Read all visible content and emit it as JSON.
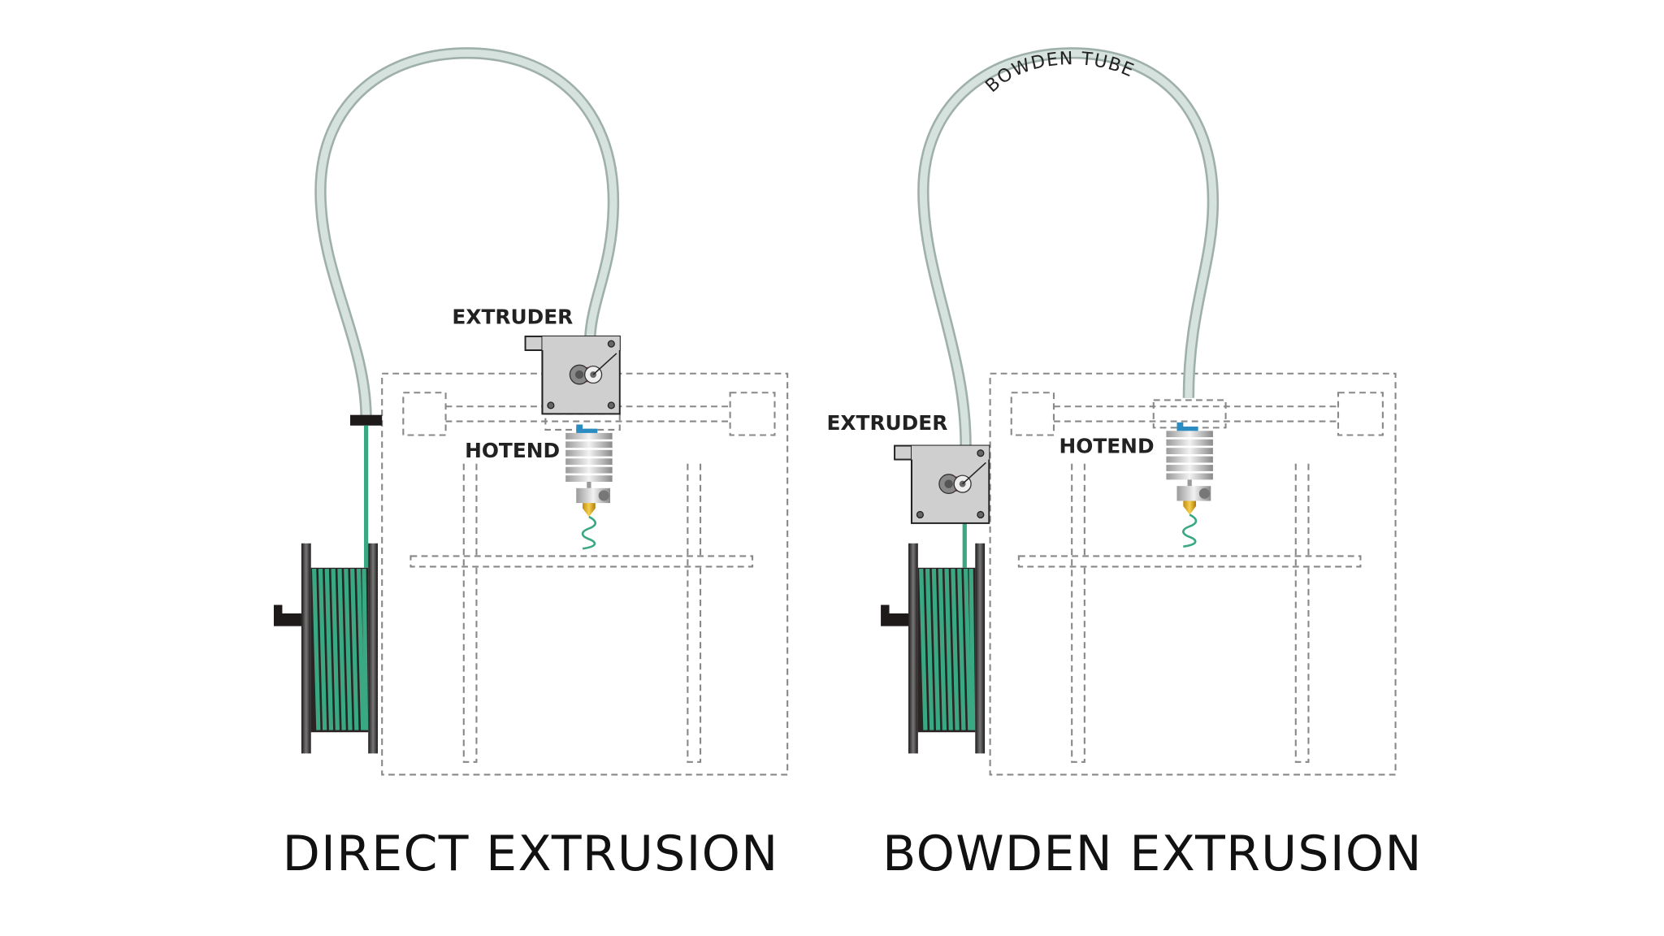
{
  "direct": {
    "title": "DIRECT EXTRUSION",
    "extruder_label": "EXTRUDER",
    "hotend_label": "HOTEND"
  },
  "bowden": {
    "title": "BOWDEN EXTRUSION",
    "extruder_label": "EXTRUDER",
    "hotend_label": "HOTEND",
    "tube_label": "BOWDEN TUBE"
  },
  "colors": {
    "filament": "#3aa882",
    "tube": "#c9d6d2",
    "frame_dash": "#888888",
    "spool": "#2a2424",
    "extruder_body": "#cfcfcf",
    "nozzle": "#e0b020",
    "hotend_clip": "#2a8cc0"
  }
}
